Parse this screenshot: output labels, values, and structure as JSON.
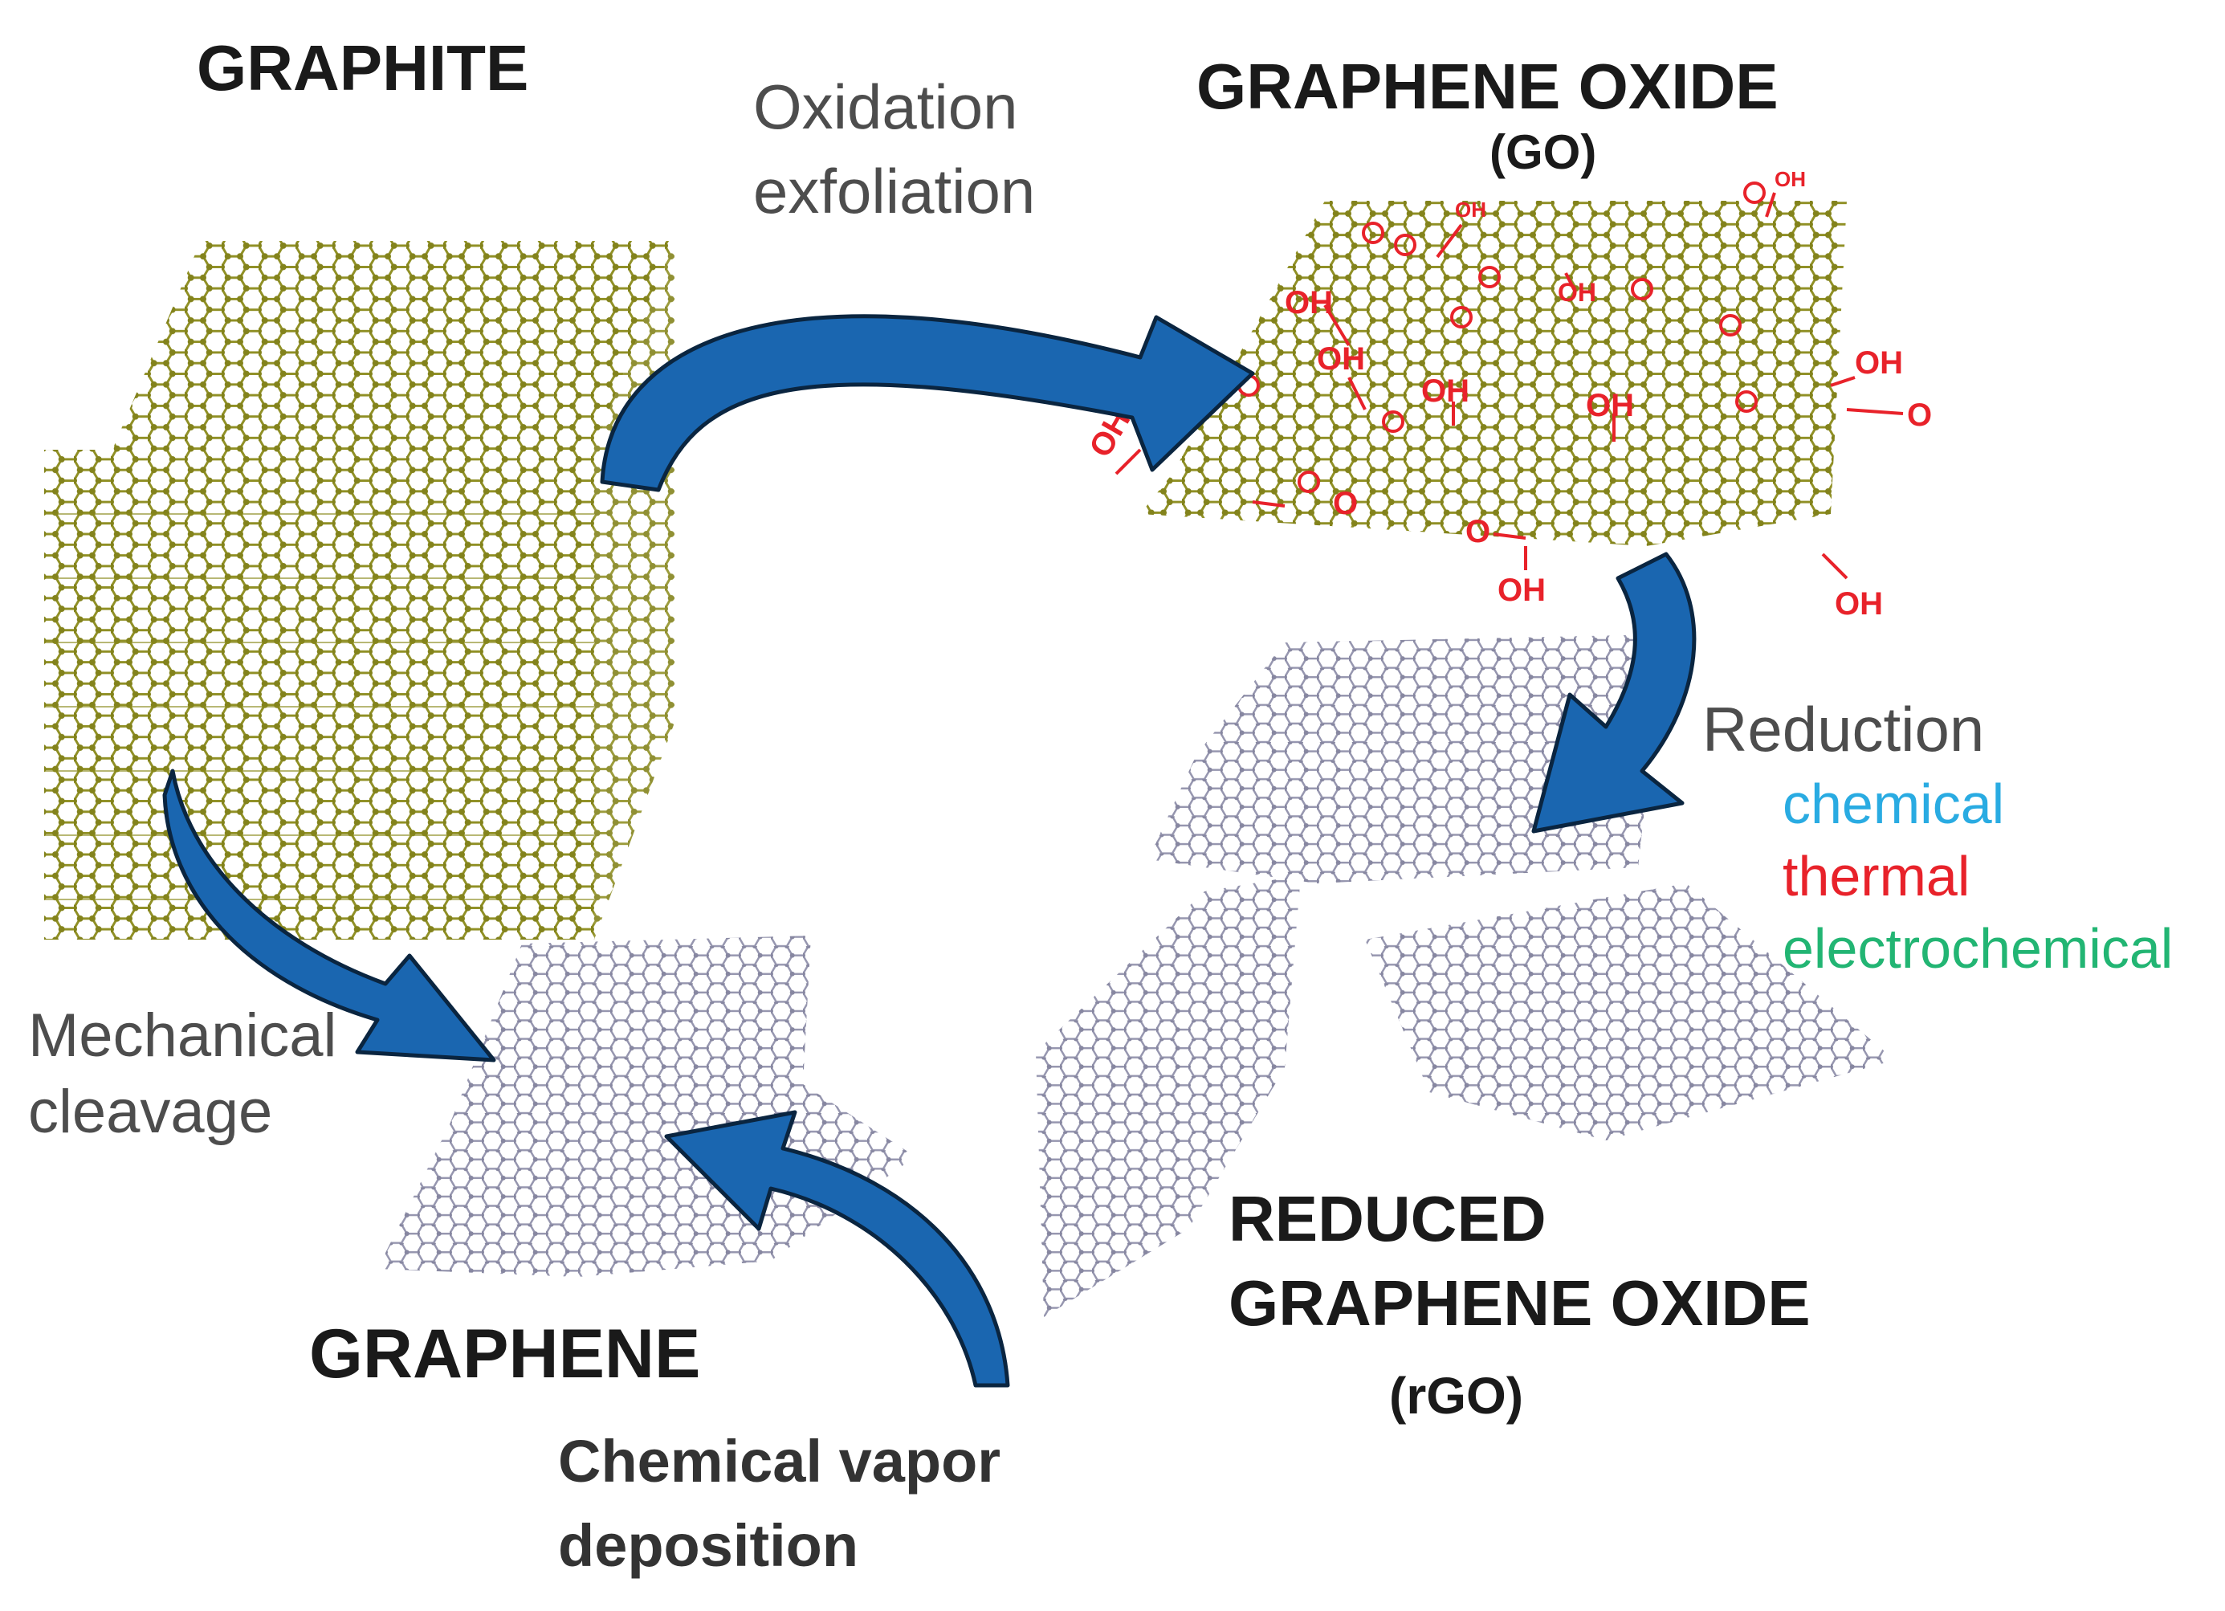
{
  "labels": {
    "graphite": "GRAPHITE",
    "go_title": "GRAPHENE OXIDE",
    "go_abbr": "(GO)",
    "oxidation_line1": "Oxidation",
    "oxidation_line2": "exfoliation",
    "reduction": "Reduction",
    "reduction_methods": [
      "chemical",
      "thermal",
      "electrochemical"
    ],
    "mechanical_line1": "Mechanical",
    "mechanical_line2": "cleavage",
    "graphene": "GRAPHENE",
    "cvd_line1": "Chemical vapor",
    "cvd_line2": "deposition",
    "rgo_line1": "REDUCED",
    "rgo_line2": "GRAPHENE OXIDE",
    "rgo_abbr": "(rGO)",
    "group_oh": "OH",
    "group_o": "O"
  },
  "colors": {
    "arrow_fill": "#1a66b0",
    "arrow_stroke": "#0a2540",
    "graphite_lattice": "#8a8a1a",
    "graphite_atom": "#7c7c10",
    "graphene_lattice": "#8a8aa6",
    "oxygen_groups": "#e8222a",
    "chemical": "#29abe2",
    "thermal": "#e8222a",
    "electrochemical": "#22b573",
    "title_text": "#1a1a1a",
    "caption_text": "#4d4d4d"
  }
}
